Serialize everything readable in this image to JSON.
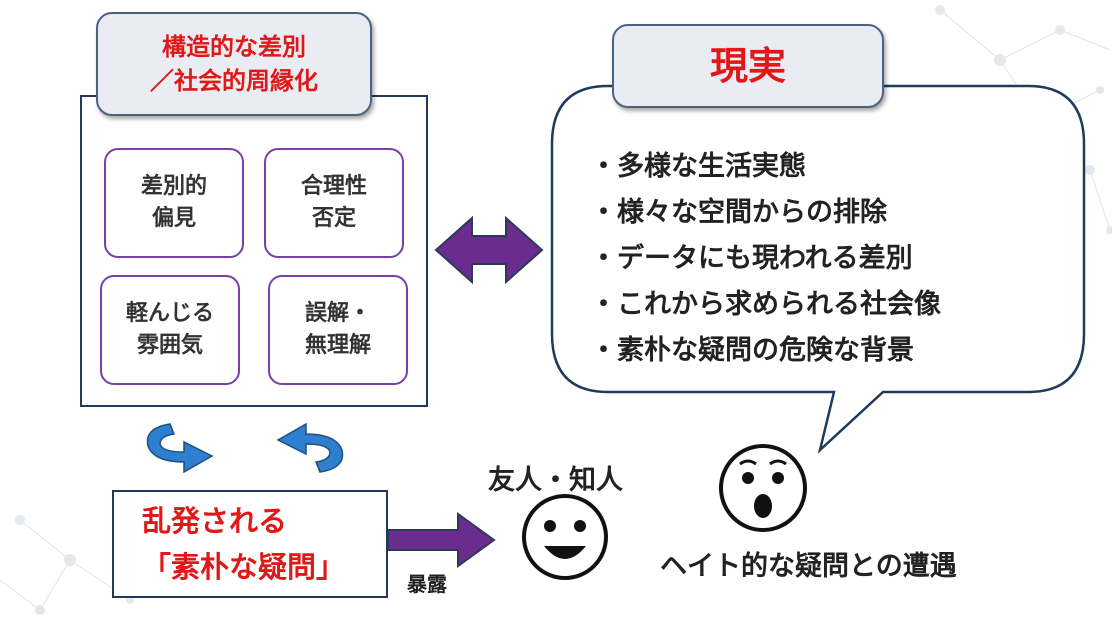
{
  "left_panel": {
    "title_line1": "構造的な差別",
    "title_line2": "／社会的周縁化",
    "cells": [
      {
        "line1": "差別的",
        "line2": "偏見"
      },
      {
        "line1": "合理性",
        "line2": "否定"
      },
      {
        "line1": "軽んじる",
        "line2": "雰囲気"
      },
      {
        "line1": "誤解・",
        "line2": "無理解"
      }
    ]
  },
  "reality": {
    "title": "現実",
    "items": [
      "・多様な生活実態",
      "・様々な空間からの排除",
      "・データにも現われる差別",
      "・これから求められる社会像",
      "・素朴な疑問の危険な背景"
    ]
  },
  "questions_box": {
    "line1": "乱発される",
    "line2": "「素朴な疑問」"
  },
  "arrow_label": "暴露",
  "friend_label": "友人・知人",
  "hate_label": "ヘイト的な疑問との遭遇",
  "colors": {
    "red": "#e01818",
    "purple": "#6a2c8e",
    "cycle_blue": "#2e7fd0",
    "box_border": "#1f3a5c",
    "tab_fill": "#e9edf3"
  }
}
